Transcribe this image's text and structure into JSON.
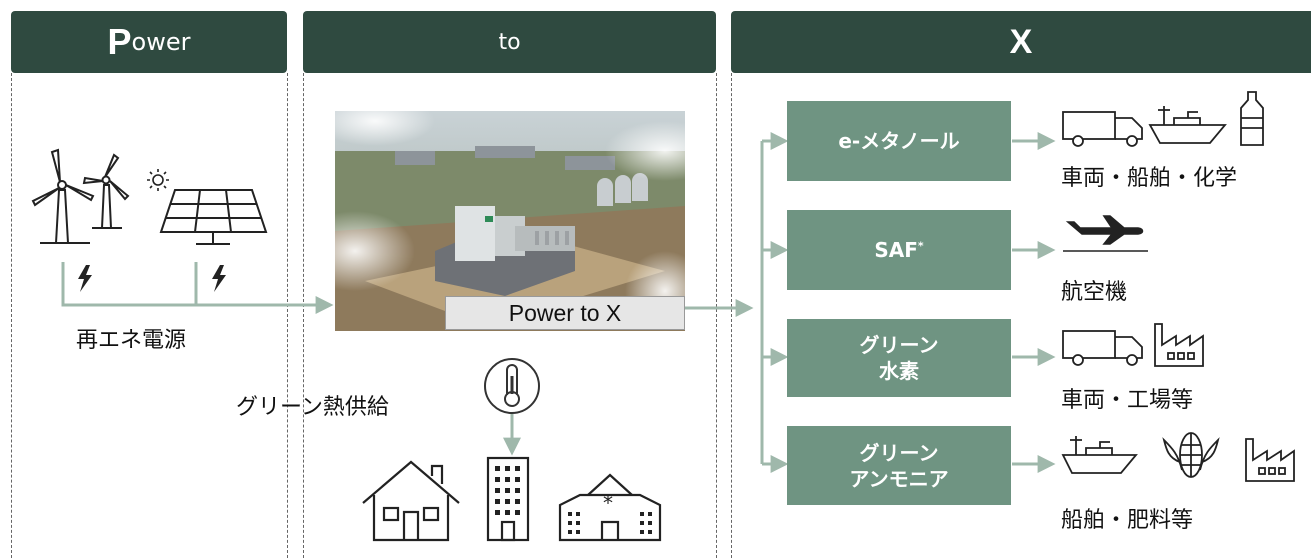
{
  "headers": {
    "power_initial": "P",
    "power_rest": "ower",
    "to": "to",
    "x": "X"
  },
  "power": {
    "source_label": "再エネ電源"
  },
  "center": {
    "photo_label": "Power to X",
    "heat_label": "グリーン熱供給"
  },
  "products": [
    {
      "line1": "e-メタノール",
      "line2": "",
      "sup": "",
      "use": "車両・船舶・化学",
      "icons": [
        "truck-icon",
        "ship-icon",
        "bottle-icon"
      ]
    },
    {
      "line1": "SAF",
      "line2": "",
      "sup": "*",
      "use": "航空機",
      "icons": [
        "airplane-icon"
      ]
    },
    {
      "line1": "グリーン",
      "line2": "水素",
      "sup": "",
      "use": "車両・工場等",
      "icons": [
        "truck-icon",
        "factory-icon"
      ]
    },
    {
      "line1": "グリーン",
      "line2": "アンモニア",
      "sup": "",
      "use": "船舶・肥料等",
      "icons": [
        "ship-icon",
        "corn-icon",
        "factory-icon"
      ]
    }
  ],
  "colors": {
    "header_bg": "#2f4a40",
    "product_box": "#6f9482",
    "connector": "#9fb8ab"
  }
}
